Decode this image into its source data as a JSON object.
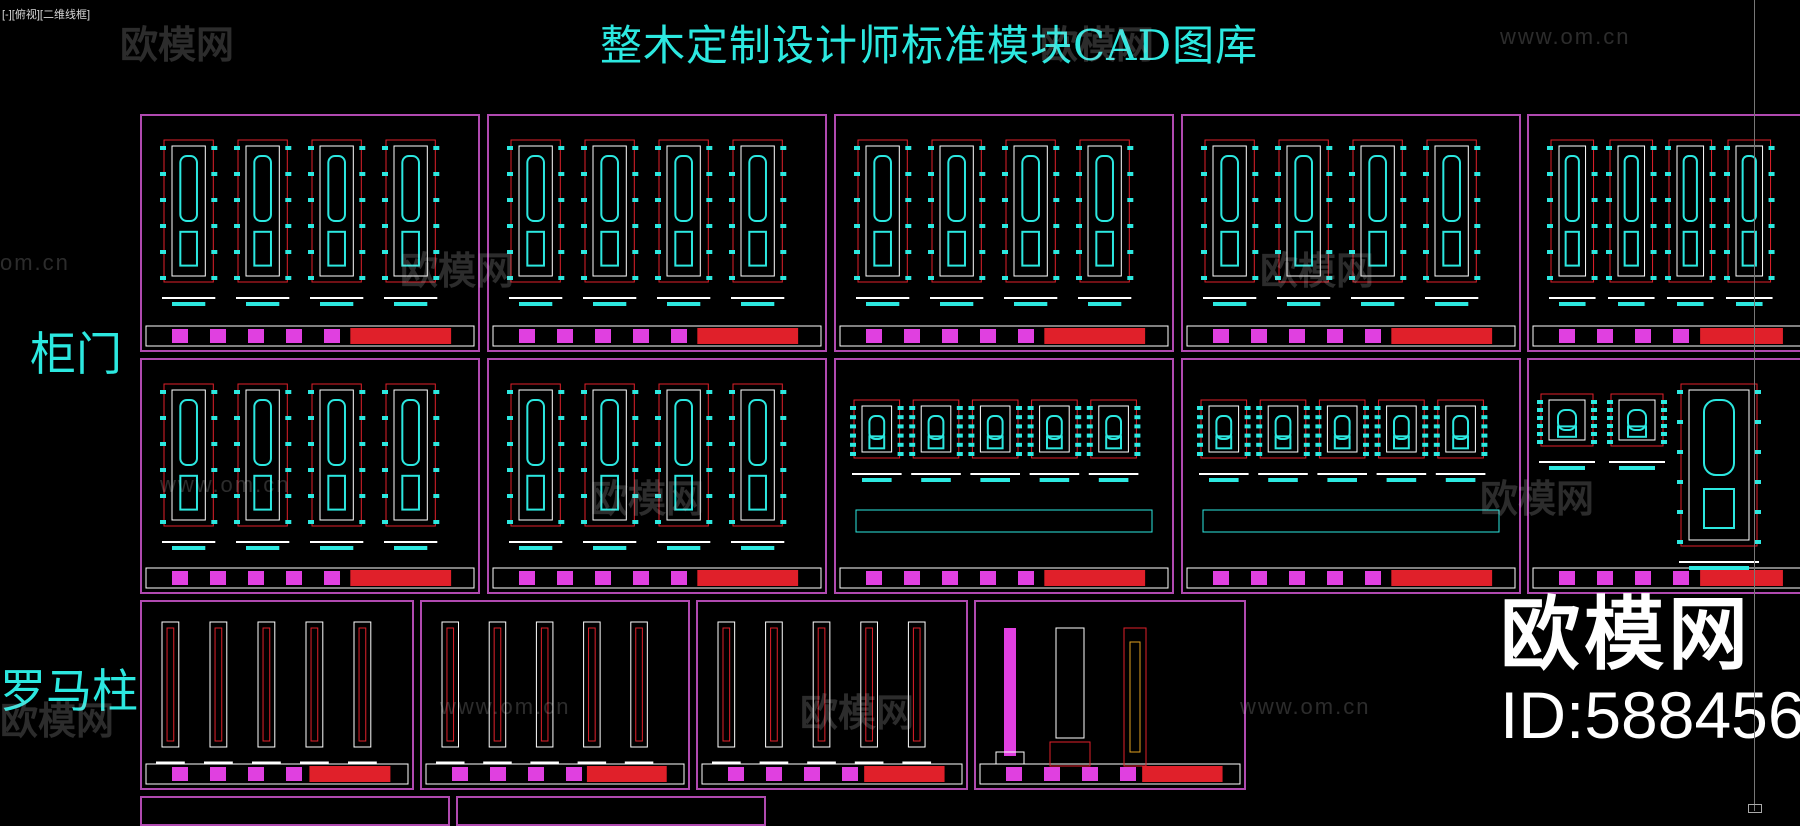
{
  "viewport": {
    "label": "[-][俯视][二维线框]"
  },
  "title": "整木定制设计师标准模块CAD图库",
  "sections": [
    {
      "id": "cabinet-door",
      "label": "柜门"
    },
    {
      "id": "roman-column",
      "label": "罗马柱"
    }
  ],
  "watermarks": {
    "logo": "欧模网",
    "url": "www.om.cn",
    "short_url": "om.cn"
  },
  "brand": {
    "name": "欧模网",
    "id": "ID:588456"
  },
  "colors": {
    "background": "#000000",
    "title": "#2ce8e0",
    "sheet_border": "#b04ab0",
    "cad_cyan": "#2ce8e0",
    "cad_red": "#e0202a",
    "cad_magenta": "#e040e0",
    "cad_white": "#ffffff"
  },
  "sheets": {
    "door_row1": 5,
    "door_row2": 5,
    "column_row": 4,
    "partial_row": 2
  }
}
